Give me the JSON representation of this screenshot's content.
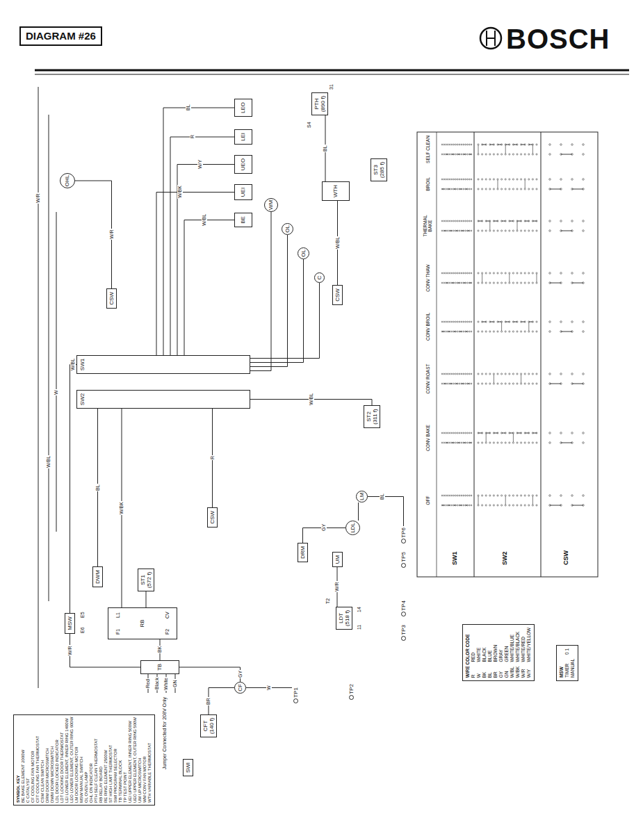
{
  "diagram": {
    "title": "DIAGRAM #26",
    "nodes": [
      {
        "text": [
          "SYMBOL KEY",
          "BE BAKE ELEMENT 2000W",
          "C CATALYST",
          "CF COOLING FAN MOTOR",
          "CFT COOLING FAN THERMOSTAT",
          "CSW CLEAN SWITCH",
          "DRM DOOR MICROSWITCH",
          "DWM DOWN MICROSWITCH",
          "LDL DOOR LOCKED INDICATOR",
          "LDT LOCKING DOOR THERMOSTAT",
          "LEI LOWER ELEMENT, INNER RING 1400W",
          "LEO LOWER ELEMENT, OUTER RING 600W",
          "LM DOOR LOCKING MOTOR",
          "MSW MANUAL SWITCH",
          "OL OVEN LAMP",
          "OHL ON INDICATOR",
          "PTH SELF CLEAN THERMOSTAT",
          "RB RELAY BOARD",
          "RE RING ELEMENT 2500W",
          "ST HIGH LIMIT THERMOSTAT",
          "SWI PROGRAM SELECTOR",
          "TB TERMINAL BLOCK",
          "TP TEST POINT",
          "UEI UPPER ELEMENT, INNER RING 500W",
          "UEO UPPER ELEMENT, OUTER RING 500W",
          "UM UP MICROSWITCH",
          "WM CONV FAN MOTOR",
          "WTH VARIABLE THERMOSTAT"
        ]
      },
      {
        "text": [
          "WIRE COLOR CODE",
          "R",
          "RED",
          "W",
          "WHITE",
          "BK",
          "BLACK",
          "BL",
          "BLUE",
          "BR",
          "BROWN",
          "GY",
          "GRAY",
          "GN",
          "GREEN",
          "W/BL",
          "WHITE/BLUE",
          "W/BK",
          "WHITE/BLACK",
          "W/R",
          "WHITE/RED",
          "W/Y",
          "WHITE/YELLOW"
        ]
      },
      {
        "text": [
          "MSW",
          "TIMER",
          "0 1",
          "MANUAL"
        ]
      },
      {
        "text": [
          "TB"
        ]
      },
      {
        "text": [
          "MSW"
        ]
      },
      {
        "text": [
          "RB"
        ]
      },
      {
        "text": [
          "DWM"
        ]
      },
      {
        "text": [
          "ST1",
          "(572 f)"
        ]
      },
      {
        "text": [
          "CFT",
          "(140 f)"
        ]
      },
      {
        "text": [
          "CF"
        ]
      },
      {
        "text": [
          "SWI"
        ]
      },
      {
        "text": [
          "SW1"
        ]
      },
      {
        "text": [
          "SW2"
        ]
      },
      {
        "text": [
          "CSW"
        ]
      },
      {
        "text": [
          "CSW"
        ]
      },
      {
        "text": [
          "CSW"
        ]
      },
      {
        "text": [
          "OHL"
        ]
      },
      {
        "text": [
          "LDT",
          "(518 f)"
        ]
      },
      {
        "text": [
          "UM"
        ]
      },
      {
        "text": [
          "DRM"
        ]
      },
      {
        "text": [
          "LDL"
        ]
      },
      {
        "text": [
          "LM"
        ]
      },
      {
        "text": [
          "ST2",
          "(311 f)"
        ]
      },
      {
        "text": [
          "WTH"
        ]
      },
      {
        "text": [
          "ST3",
          "(285 f)"
        ]
      },
      {
        "text": [
          "PTH",
          "(890 f)"
        ]
      },
      {
        "text": [
          "LEO"
        ]
      },
      {
        "text": [
          "LEI"
        ]
      },
      {
        "text": [
          "UEO"
        ]
      },
      {
        "text": [
          "UEI"
        ]
      },
      {
        "text": [
          "BE"
        ]
      },
      {
        "text": [
          "WM"
        ]
      },
      {
        "text": [
          "OL"
        ]
      },
      {
        "text": [
          "OL"
        ]
      },
      {
        "text": [
          "C"
        ]
      },
      {
        "text": [
          "TP1"
        ]
      },
      {
        "text": [
          "TP2"
        ]
      },
      {
        "text": [
          "TP3"
        ]
      },
      {
        "text": [
          "TP4"
        ]
      },
      {
        "text": [
          "TP5"
        ]
      },
      {
        "text": [
          "TP6"
        ]
      }
    ],
    "edges": [
      {
        "from": 3,
        "to": 4,
        "arrow": "none",
        "label": "W/R"
      },
      {
        "from": 3,
        "to": 5,
        "arrow": "none",
        "label": "BK"
      },
      {
        "from": 3,
        "to": 9,
        "arrow": "none",
        "label": "GY"
      },
      {
        "from": 4,
        "to": 11,
        "arrow": "none",
        "label": "W/BL"
      },
      {
        "from": 5,
        "to": 12,
        "arrow": "none",
        "label": "W/BK"
      },
      {
        "from": 6,
        "to": 12,
        "arrow": "none",
        "label": "BL"
      },
      {
        "from": 7,
        "to": 5,
        "arrow": "none"
      },
      {
        "from": 8,
        "to": 9,
        "arrow": "none",
        "label": "BR"
      },
      {
        "from": 9,
        "to": 35,
        "arrow": "none",
        "label": "W"
      },
      {
        "from": 14,
        "to": 12,
        "arrow": "none",
        "label": "R"
      },
      {
        "from": 17,
        "to": 18,
        "arrow": "none",
        "label": "W/R"
      },
      {
        "from": 19,
        "to": 20,
        "arrow": "none",
        "label": "GY"
      },
      {
        "from": 20,
        "to": 21,
        "arrow": "none"
      },
      {
        "from": 22,
        "to": 12,
        "arrow": "none",
        "label": "W/BL"
      },
      {
        "from": 13,
        "to": 16,
        "arrow": "none",
        "label": "W/R"
      },
      {
        "from": 11,
        "to": 26,
        "arrow": "none",
        "label": "BL"
      },
      {
        "from": 11,
        "to": 30,
        "arrow": "none",
        "label": "W/BL"
      },
      {
        "from": 11,
        "to": 27,
        "arrow": "none",
        "label": "R"
      },
      {
        "from": 11,
        "to": 28,
        "arrow": "none",
        "label": "W/Y"
      },
      {
        "from": 11,
        "to": 29,
        "arrow": "none",
        "label": "W/BK"
      },
      {
        "from": 11,
        "to": 31,
        "arrow": "none"
      },
      {
        "from": 11,
        "to": 32,
        "arrow": "none"
      },
      {
        "from": 11,
        "to": 33,
        "arrow": "none"
      },
      {
        "from": 11,
        "to": 34,
        "arrow": "none"
      },
      {
        "from": 15,
        "to": 23,
        "arrow": "none",
        "label": "W/BL"
      },
      {
        "from": 23,
        "to": 25,
        "arrow": "none",
        "label": "BL"
      },
      {
        "from": 21,
        "to": 40,
        "arrow": "none",
        "label": "BL"
      }
    ],
    "labels": [
      "BOSCH",
      "Jumper Connected for 208V Only",
      "Red",
      "Black",
      "White",
      "GN",
      "W/R",
      "W/BL",
      "W",
      "OFF",
      "CONV BAKE",
      "CONV ROAST",
      "CONV BROIL",
      "CONV THAW",
      "THERMAL BAKE",
      "BROIL",
      "SELF CLEAN",
      "SW1",
      "SW2",
      "CSW",
      "S4",
      "31",
      "11",
      "14",
      "T2",
      "F1",
      "L1",
      "F2",
      "CV",
      "E6",
      "E5"
    ]
  }
}
